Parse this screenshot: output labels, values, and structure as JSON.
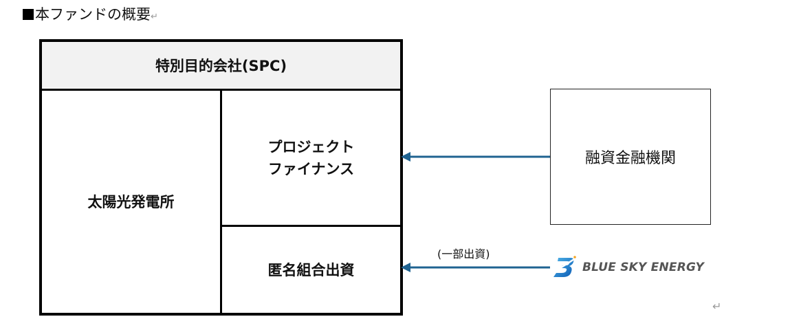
{
  "heading": {
    "bullet_icon": "black-square",
    "text": "本ファンドの概要",
    "return_mark": "↵"
  },
  "spc": {
    "title": "特別目的会社(SPC)",
    "solar_plant": "太陽光発電所",
    "project_finance_line1": "プロジェクト",
    "project_finance_line2": "ファイナンス",
    "equity": "匿名組合出資"
  },
  "lender": {
    "label": "融資金融機関"
  },
  "investor": {
    "flow_label": "(一部出資)",
    "logo_icon": "blue-sky-energy-b-logo",
    "logo_text": "BLUE SKY ENERGY"
  },
  "colors": {
    "arrow": "#1f6391",
    "header_fill": "#f2f2f2",
    "logo_blue": "#1a78c8",
    "logo_text": "#555555"
  },
  "trailing_return_mark": "↵"
}
